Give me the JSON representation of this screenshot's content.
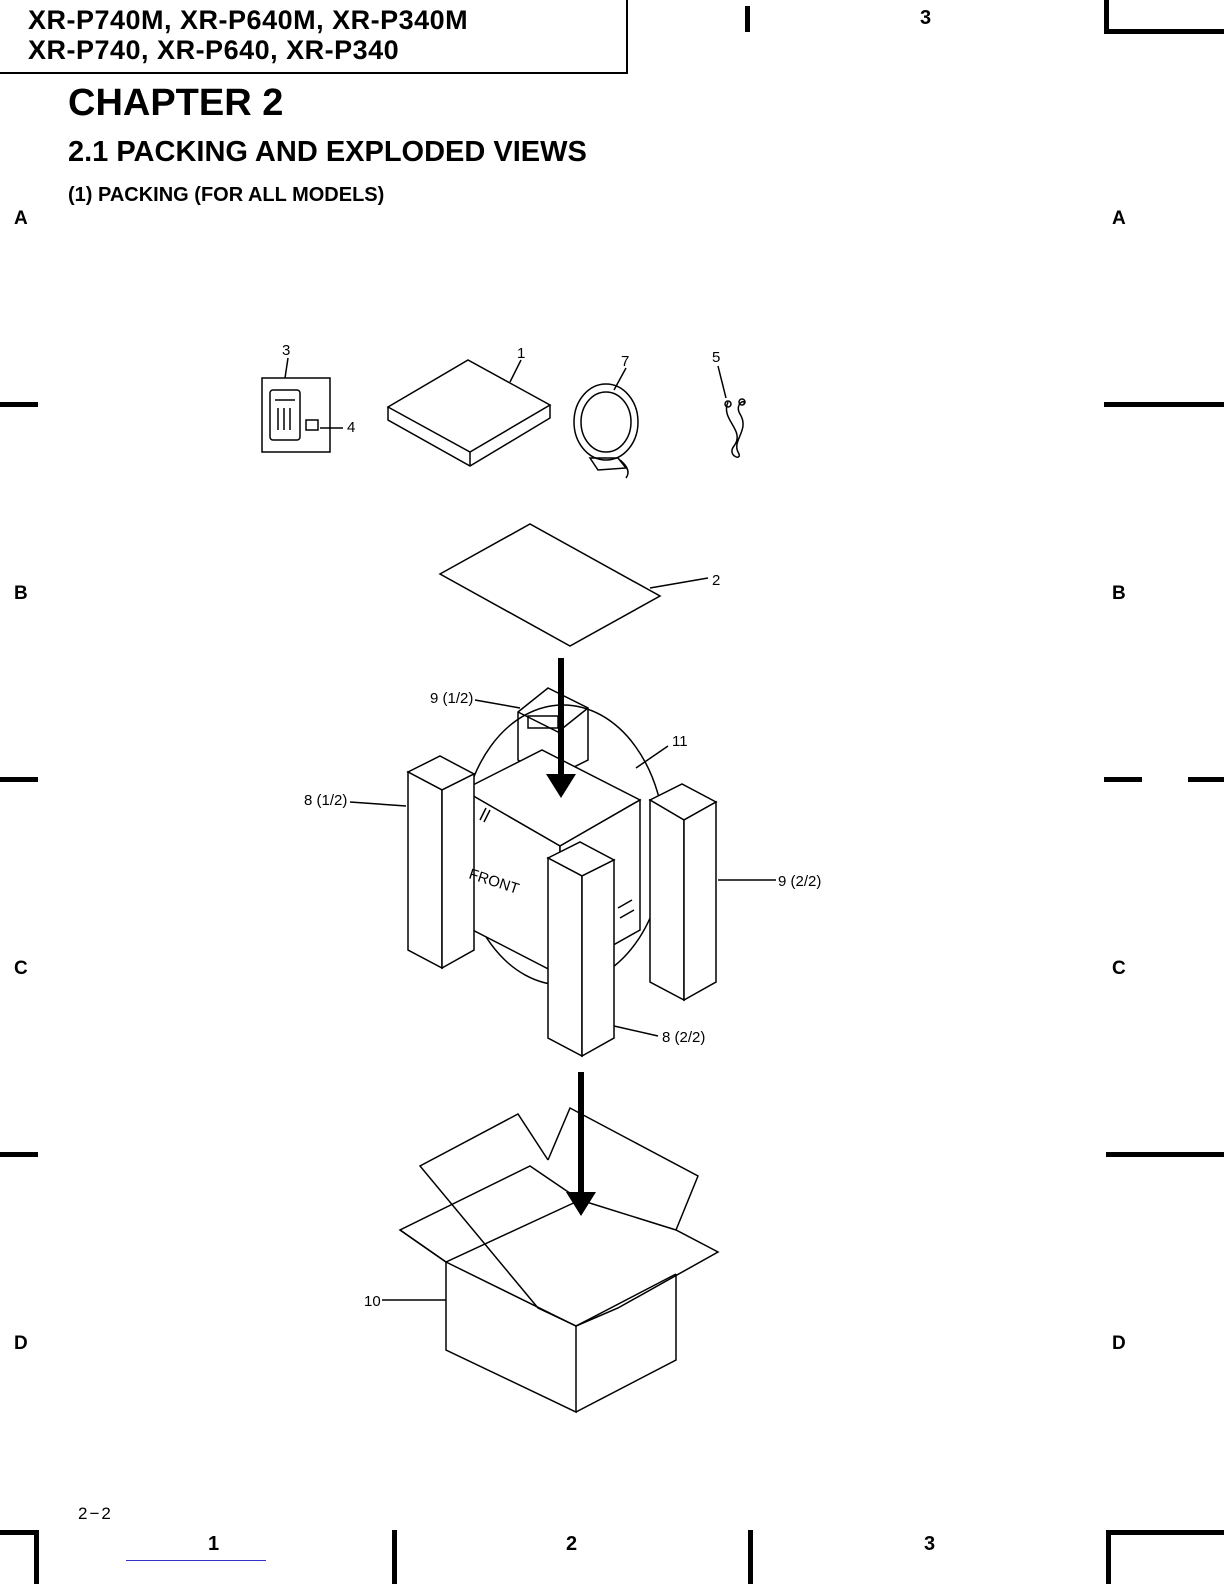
{
  "header": {
    "models_line1": "XR-P740M, XR-P640M, XR-P340M",
    "models_line2": "XR-P740, XR-P640, XR-P340",
    "column_top": "3"
  },
  "chapter_title": "CHAPTER 2",
  "section_title": "2.1 PACKING AND EXPLODED VIEWS",
  "subsection_title": "(1) PACKING (FOR ALL MODELS)",
  "grid": {
    "rows": [
      "A",
      "B",
      "C",
      "D"
    ],
    "columns": [
      "1",
      "2",
      "3"
    ]
  },
  "diagram": {
    "front_label": "FRONT",
    "callouts": {
      "c1": "1",
      "c2": "2",
      "c3": "3",
      "c4": "4",
      "c5": "5",
      "c7": "7",
      "c8a": "8 (1/2)",
      "c8b": "8 (2/2)",
      "c9a": "9 (1/2)",
      "c9b": "9 (2/2)",
      "c10": "10",
      "c11": "11"
    }
  },
  "footer": {
    "page_number": "2−2"
  }
}
